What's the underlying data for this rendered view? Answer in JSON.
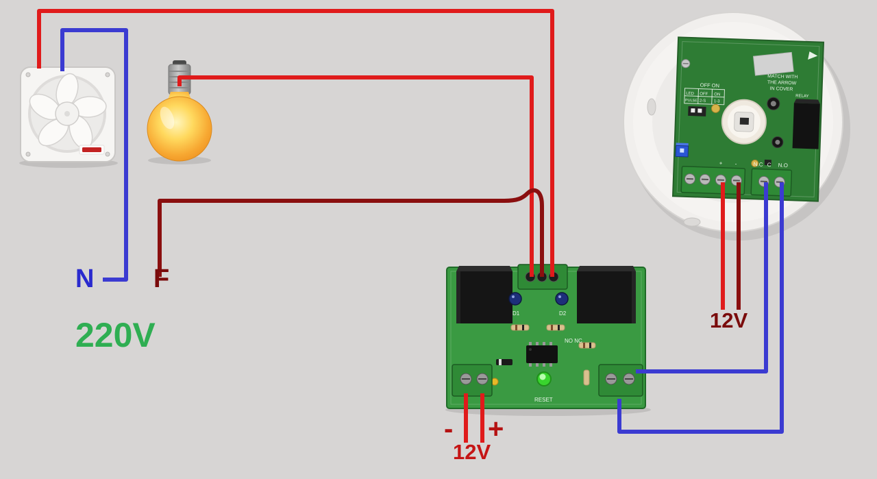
{
  "meta": {
    "background": "#d7d5d4"
  },
  "labels": {
    "neutral": "N",
    "live": "F",
    "mains_voltage": "220V",
    "sensor_voltage": "12V",
    "supply_voltage": "12V",
    "supply_minus": "-",
    "supply_plus": "+"
  },
  "colors": {
    "wire_live_red": "#e01b1b",
    "wire_neutral_blue": "#3b3bd1",
    "wire_dark_red": "#8a0f0f",
    "label_green": "#2fae52",
    "relay_board_green": "#3a9a42",
    "sensor_board_green": "#2e7c34"
  },
  "relay_board": {
    "silkscreen": {
      "reset": "RESET",
      "no_nc": "NO NC",
      "d1": "D1",
      "d2": "D2"
    }
  },
  "sensor": {
    "silkscreen": {
      "note_line1": "MATCH WITH",
      "note_line2": "THE ARROW",
      "note_line3": "IN COVER",
      "dip_header": "OFF ON",
      "dip_r1c1": "LED",
      "dip_r1c2": "OFF",
      "dip_r1c3": "ON",
      "dip_r2c1": "PULSE",
      "dip_r2c2": "2-S",
      "dip_r2c3": "1-3",
      "relay": "RELAY",
      "terminals": [
        "+",
        "-",
        "N.C",
        "C",
        "N.O"
      ]
    }
  }
}
